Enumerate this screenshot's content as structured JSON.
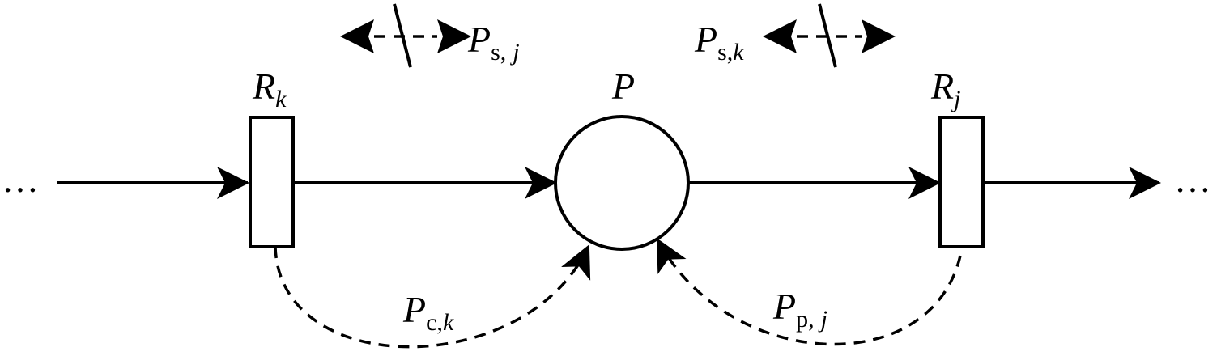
{
  "diagram": {
    "place": {
      "label": "P"
    },
    "transition_left": {
      "label_main": "R",
      "label_sub": "k"
    },
    "transition_right": {
      "label_main": "R",
      "label_sub": "j"
    },
    "ellipsis": "…",
    "arc_labels": {
      "ps_j": {
        "main": "P",
        "sub_a": "s,",
        "sub_b": "j"
      },
      "ps_k": {
        "main": "P",
        "sub_a": "s,",
        "sub_b": "k"
      },
      "pc_k": {
        "main": "P",
        "sub_a": "c,",
        "sub_b": "k"
      },
      "pp_j": {
        "main": "P",
        "sub_a": "p,",
        "sub_b": "j"
      }
    },
    "colors": {
      "stroke": "#000000",
      "background": "#ffffff"
    }
  }
}
